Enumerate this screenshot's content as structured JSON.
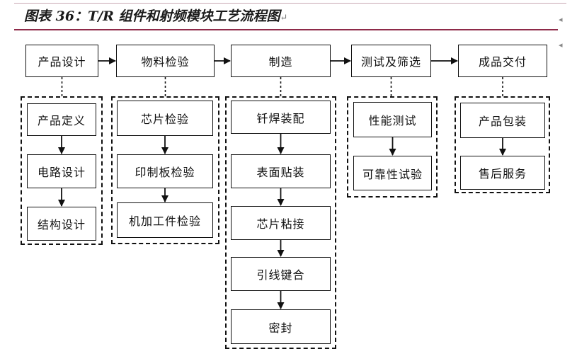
{
  "figure": {
    "caption": "图表 36：T/R 组件和射频模块工艺流程图",
    "caption_mark": "↵",
    "side_marks": [
      "◂",
      "◂"
    ]
  },
  "stages": [
    {
      "label": "产品设计",
      "steps": [
        "产品定义",
        "电路设计",
        "结构设计"
      ]
    },
    {
      "label": "物料检验",
      "steps": [
        "芯片检验",
        "印制板检验",
        "机加工件检验"
      ]
    },
    {
      "label": "制造",
      "steps": [
        "钎焊装配",
        "表面贴装",
        "芯片粘接",
        "引线键合",
        "密封"
      ]
    },
    {
      "label": "测试及筛选",
      "steps": [
        "性能测试",
        "可靠性试验"
      ]
    },
    {
      "label": "成品交付",
      "steps": [
        "产品包装",
        "售后服务"
      ]
    }
  ]
}
